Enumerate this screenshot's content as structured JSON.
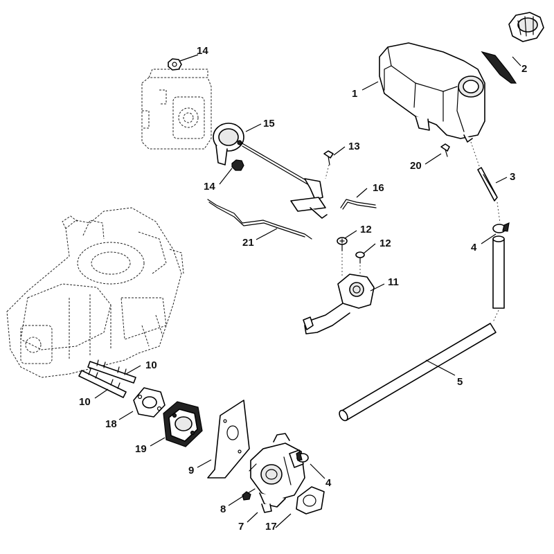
{
  "callouts": {
    "c1": "1",
    "c2": "2",
    "c3": "3",
    "c4a": "4",
    "c4b": "4",
    "c5": "5",
    "c7": "7",
    "c8": "8",
    "c9": "9",
    "c10a": "10",
    "c10b": "10",
    "c11": "11",
    "c12a": "12",
    "c12b": "12",
    "c13": "13",
    "c14a": "14",
    "c14b": "14",
    "c15": "15",
    "c16": "16",
    "c17": "17",
    "c18": "18",
    "c19": "19",
    "c20": "20",
    "c21": "21"
  }
}
